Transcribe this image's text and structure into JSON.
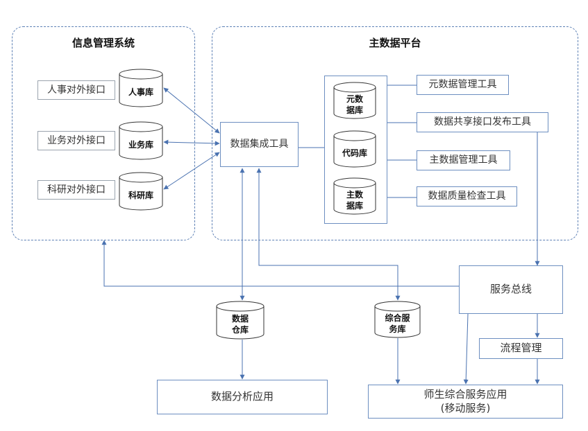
{
  "panels": {
    "info_system": {
      "title": "信息管理系统"
    },
    "master_data": {
      "title": "主数据平台"
    }
  },
  "interfaces": [
    "人事对外接口",
    "业务对外接口",
    "科研对外接口"
  ],
  "databases": {
    "hr": "人事库",
    "business": "业务库",
    "research": "科研库",
    "metadata": [
      "元数",
      "据库"
    ],
    "code": "代码库",
    "master": [
      "主数",
      "据库"
    ],
    "warehouse": [
      "数据",
      "仓库"
    ],
    "service": [
      "综合服",
      "务库"
    ]
  },
  "integration_tool": "数据集成工具",
  "tools": [
    "元数据管理工具",
    "数据共享接口发布工具",
    "主数据管理工具",
    "数据质量检查工具"
  ],
  "service_bus": "服务总线",
  "workflow": "流程管理",
  "analytics_app": "数据分析应用",
  "service_app": {
    "line1": "师生综合服务应用",
    "line2": "(移动服务)"
  },
  "colors": {
    "line": "#4a72b0",
    "border": "#6c8ec0",
    "dashed": "#5b7fb4"
  }
}
